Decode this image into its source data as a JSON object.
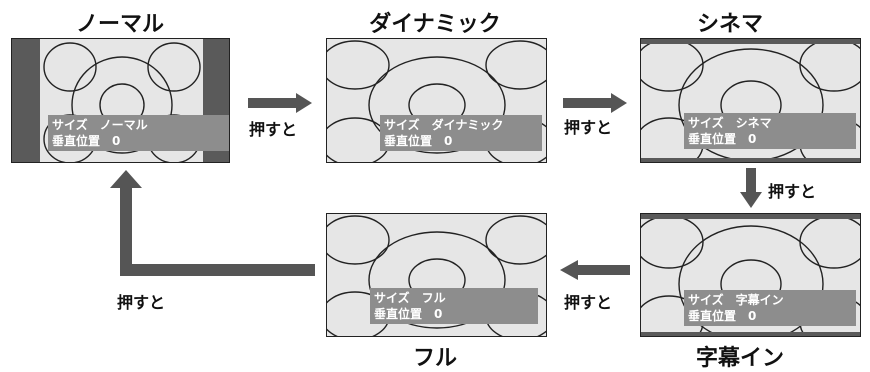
{
  "modes": {
    "normal": {
      "title": "ノーマル",
      "size_line": "サイズ　ノーマル",
      "vpos_line": "垂直位置　0"
    },
    "dynamic": {
      "title": "ダイナミック",
      "size_line": "サイズ　ダイナミック",
      "vpos_line": "垂直位置　0"
    },
    "cinema": {
      "title": "シネマ",
      "size_line": "サイズ　シネマ",
      "vpos_line": "垂直位置　0"
    },
    "subtitle": {
      "title": "字幕イン",
      "size_line": "サイズ　字幕イン",
      "vpos_line": "垂直位置　0"
    },
    "full": {
      "title": "フル",
      "size_line": "サイズ　フル",
      "vpos_line": "垂直位置　0"
    }
  },
  "arrow_label": "押すと",
  "colors": {
    "arrow": "#555555",
    "bar": "#5a5a5a",
    "screen": "#e6e6e6",
    "osd": "#8d8d8d"
  }
}
